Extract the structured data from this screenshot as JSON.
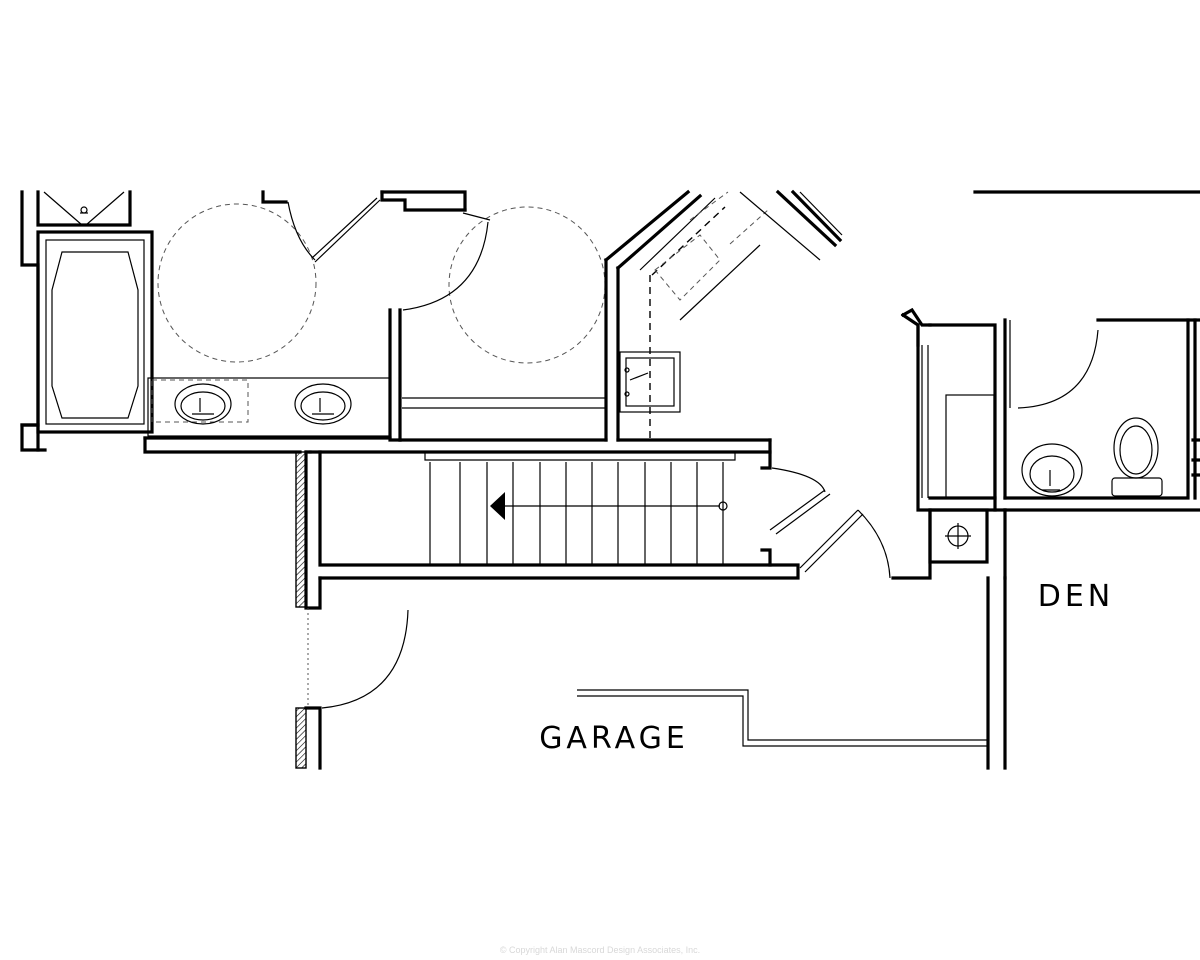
{
  "rooms": {
    "garage": "GARAGE",
    "den": "DEN"
  },
  "copyright": "© Copyright Alan Mascord Design Associates, Inc.",
  "colors": {
    "ink": "#000000",
    "paper": "#ffffff",
    "watermark": "#d8d8d8"
  }
}
